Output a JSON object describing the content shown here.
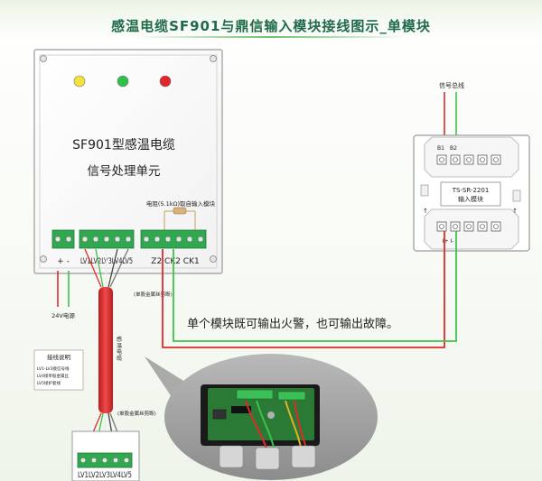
{
  "title": "感温电缆SF901与鼎信输入模块接线图示_单模块",
  "processor": {
    "line1": "SF901型感温电缆",
    "line2": "信号处理单元",
    "resistor_label": "电阻(5.1kΩ)取自输入模块",
    "terminals_left": "+ -",
    "terminals_mid": "LV1LV2LV3LV4LV5",
    "terminals_right": "Z2 CK2  CK1",
    "power_label": "24V电源",
    "led_colors": [
      "#f4e23a",
      "#2fc04a",
      "#e0262b"
    ]
  },
  "module": {
    "bus_label": "信号总线",
    "b1": "B1",
    "b2": "B2",
    "model": "TS-SR-2201",
    "name": "输入模块",
    "bottom_terminals": "I+ I-"
  },
  "cable": {
    "top_label": "(单股金属丝剪断)",
    "middle_text": "感温电缆",
    "bottom_label": "(单股金属丝剪断)",
    "color": "#d8262a"
  },
  "note": {
    "title": "接线说明",
    "lines": [
      "LV1-LV3接信号线",
      "LV4接单股金属丝",
      "LV5接护套线"
    ]
  },
  "bottom_block": {
    "terminals": "LV1LV2LV3LV4LV5"
  },
  "message": "单个模块既可输出火警，也可输出故障。",
  "colors": {
    "red_wire": "#e02a2a",
    "green_wire": "#3cc24a",
    "terminal_green": "#2fa84f",
    "title_green": "#1f6a4a"
  }
}
